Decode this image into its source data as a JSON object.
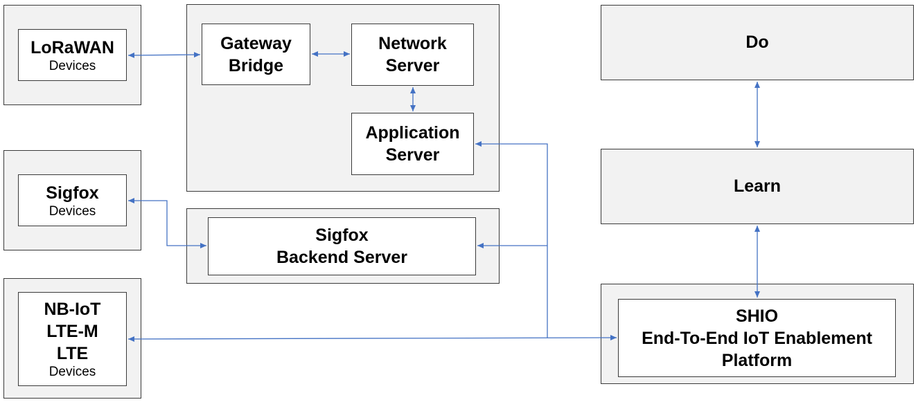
{
  "lorawan": {
    "title": "LoRaWAN",
    "sub": "Devices"
  },
  "sigfox_dev": {
    "title": "Sigfox",
    "sub": "Devices"
  },
  "cellular": {
    "lines": [
      "NB-IoT",
      "LTE-M",
      "LTE"
    ],
    "sub": "Devices"
  },
  "gateway": {
    "lines": [
      "Gateway",
      "Bridge"
    ]
  },
  "network": {
    "lines": [
      "Network",
      "Server"
    ]
  },
  "application": {
    "lines": [
      "Application",
      "Server"
    ]
  },
  "sigfox_backend": {
    "lines": [
      "Sigfox",
      "Backend Server"
    ]
  },
  "do": {
    "label": "Do"
  },
  "learn": {
    "label": "Learn"
  },
  "shio": {
    "lines": [
      "SHIO",
      "End-To-End IoT Enablement",
      "Platform"
    ]
  },
  "colors": {
    "connector": "#4472c4",
    "group_fill": "#f2f2f2",
    "border": "#3a3a3a"
  }
}
